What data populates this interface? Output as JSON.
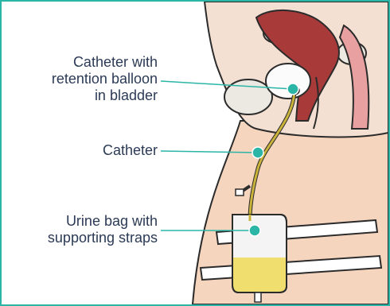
{
  "labels": {
    "balloon": [
      "Catheter with",
      "retention balloon",
      "in bladder"
    ],
    "catheter": [
      "Catheter"
    ],
    "bag": [
      "Urine bag with",
      "supporting straps"
    ]
  },
  "colors": {
    "frame": "#2bb5a6",
    "leader": "#2bb5a6",
    "skin": "#f6d5bf",
    "outline": "#2b2b2b",
    "uterus": "#a83a3a",
    "uterus_inner": "#e8a0a0",
    "tube": "#c9b33a",
    "urine": "#f0de6e",
    "bag": "#f4f4f4",
    "text": "#2b3a55"
  }
}
